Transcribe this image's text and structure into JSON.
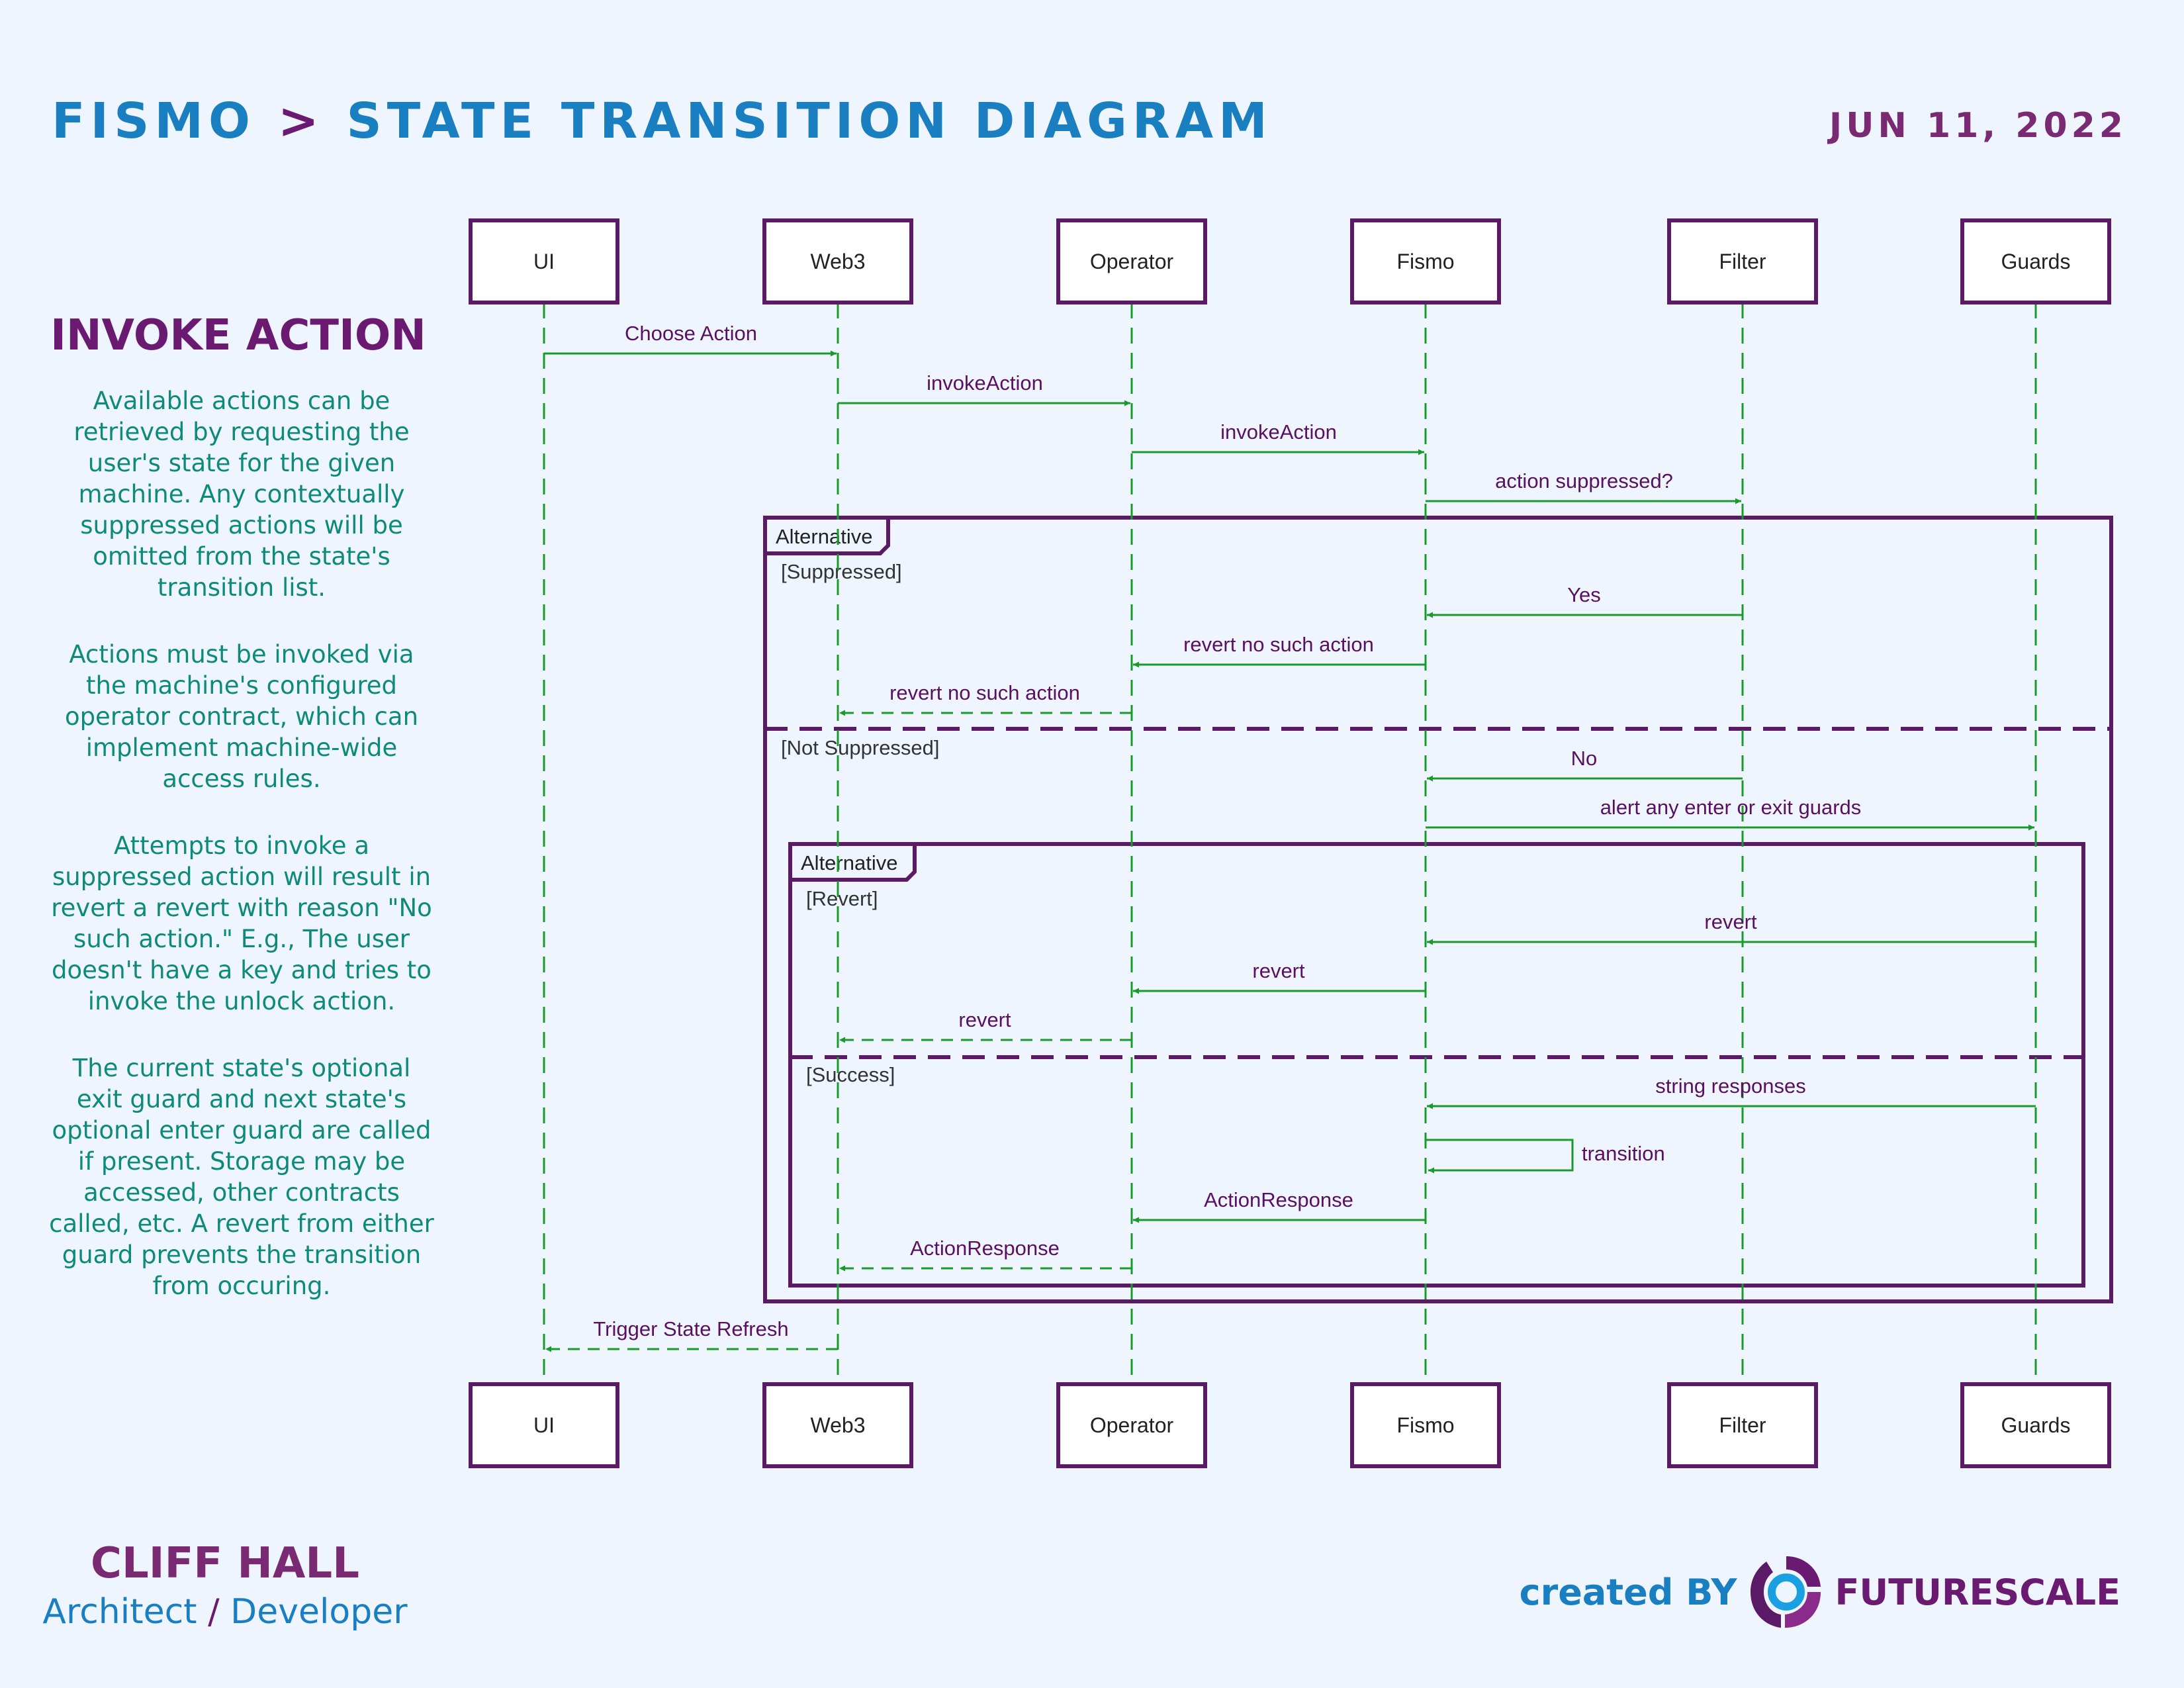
{
  "header": {
    "app": "FISMO",
    "separator": ">",
    "title": "STATE TRANSITION DIAGRAM",
    "date": "JUN 11, 2022"
  },
  "side": {
    "title": "INVOKE ACTION",
    "paragraphs": [
      "Available actions can be retrieved by requesting the user's state for the given machine. Any contextually suppressed actions will be omitted from the state's transition list.",
      "Actions must be invoked via the machine's configured operator contract, which can implement machine-wide access rules.",
      "Attempts to invoke a suppressed action will result in revert a revert with reason \"No such action.\" E.g., The user doesn't have a key and tries to invoke the unlock action.",
      "The current state's optional exit guard and next state's optional enter guard are called if present. Storage may be accessed, other contracts called, etc. A revert from either guard prevents the transition from occuring."
    ]
  },
  "footer": {
    "author": "CLIFF HALL",
    "role_a": "Architect",
    "role_sep": "/",
    "role_b": "Developer",
    "created_by": "created BY",
    "brand": "FUTURESCALE"
  },
  "colors": {
    "frame": "#5a1a66",
    "arrow": "#1a9a2a",
    "message_text": "#5a1060",
    "title_blue": "#1a7fc1",
    "notes_teal": "#0e8a7a",
    "background": "#eef5ff"
  },
  "diagram": {
    "participants": [
      "UI",
      "Web3",
      "Operator",
      "Fismo",
      "Filter",
      "Guards"
    ],
    "fragments": [
      {
        "label": "Alternative",
        "conditions": [
          "[Suppressed]",
          "[Not Suppressed]"
        ]
      },
      {
        "label": "Alternative",
        "conditions": [
          "[Revert]",
          "[Success]"
        ]
      }
    ],
    "messages": [
      {
        "from": "UI",
        "to": "Web3",
        "label": "Choose Action",
        "style": "solid"
      },
      {
        "from": "Web3",
        "to": "Operator",
        "label": "invokeAction",
        "style": "solid"
      },
      {
        "from": "Operator",
        "to": "Fismo",
        "label": "invokeAction",
        "style": "solid"
      },
      {
        "from": "Fismo",
        "to": "Filter",
        "label": "action suppressed?",
        "style": "solid"
      },
      {
        "from": "Filter",
        "to": "Fismo",
        "label": "Yes",
        "style": "solid"
      },
      {
        "from": "Fismo",
        "to": "Operator",
        "label": "revert no such action",
        "style": "solid"
      },
      {
        "from": "Operator",
        "to": "Web3",
        "label": "revert no such action",
        "style": "dashed"
      },
      {
        "from": "Filter",
        "to": "Fismo",
        "label": "No",
        "style": "solid"
      },
      {
        "from": "Fismo",
        "to": "Guards",
        "label": "alert any enter or exit guards",
        "style": "solid"
      },
      {
        "from": "Guards",
        "to": "Fismo",
        "label": "revert",
        "style": "solid"
      },
      {
        "from": "Fismo",
        "to": "Operator",
        "label": "revert",
        "style": "solid"
      },
      {
        "from": "Operator",
        "to": "Web3",
        "label": "revert",
        "style": "dashed"
      },
      {
        "from": "Guards",
        "to": "Fismo",
        "label": "string responses",
        "style": "solid"
      },
      {
        "from": "Fismo",
        "to": "Fismo",
        "label": "transition",
        "style": "solid"
      },
      {
        "from": "Fismo",
        "to": "Operator",
        "label": "ActionResponse",
        "style": "solid"
      },
      {
        "from": "Operator",
        "to": "Web3",
        "label": "ActionResponse",
        "style": "dashed"
      },
      {
        "from": "Web3",
        "to": "UI",
        "label": "Trigger State Refresh",
        "style": "dashed"
      }
    ]
  }
}
